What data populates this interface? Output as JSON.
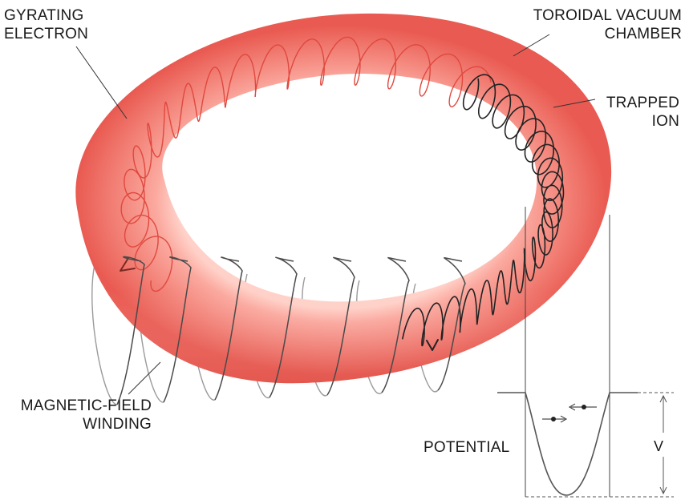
{
  "labels": {
    "gyrating_electron": [
      "GYRATING",
      "ELECTRON"
    ],
    "toroidal_vacuum_chamber": [
      "TOROIDAL VACUUM",
      "CHAMBER"
    ],
    "trapped_ion": [
      "TRAPPED",
      "ION"
    ],
    "magnetic_field_winding": [
      "MAGNETIC-FIELD",
      "WINDING"
    ],
    "potential": "POTENTIAL",
    "potential_depth": "V"
  },
  "colors": {
    "torus_inner": "#ffc3b8",
    "torus_mid": "#f3847a",
    "torus_outer": "#ec5e56",
    "electron_path": "#e0483e",
    "ion_path": "#222222",
    "winding_front": "#3a3a3a",
    "winding_back": "#9a9a9a",
    "text": "#1a1a1a"
  },
  "icons": {
    "electron": "electron-dot-icon",
    "ion": "ion-dot-icon",
    "arrow": "arrowhead-icon"
  }
}
